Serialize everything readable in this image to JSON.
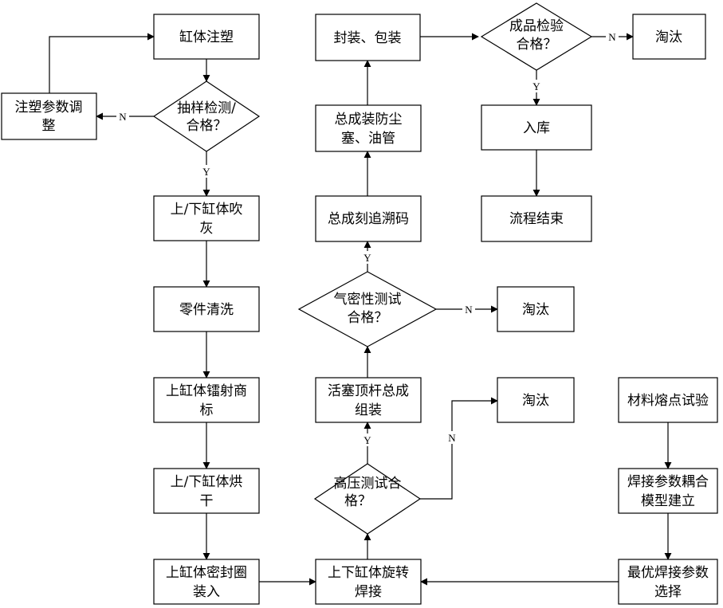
{
  "colors": {
    "stroke": "#000000",
    "fill": "#ffffff",
    "text": "#000000"
  },
  "nodes": {
    "molding": [
      "缸体注塑"
    ],
    "sampling": [
      "抽样检测/",
      "合格？"
    ],
    "adjust": [
      "注塑参数调",
      "整"
    ],
    "blow": [
      "上/下缸体吹",
      "灰"
    ],
    "clean": [
      "零件清洗"
    ],
    "laser": [
      "上缸体镭射商",
      "标"
    ],
    "dry": [
      "上/下缸体烘",
      "干"
    ],
    "seal": [
      "上缸体密封圈",
      "装入"
    ],
    "weld": [
      "上下缸体旋转",
      "焊接"
    ],
    "hp_test": [
      "高压测试合",
      "格？"
    ],
    "piston": [
      "活塞顶杆总成",
      "组装"
    ],
    "air_test": [
      "气密性测试",
      "合格？"
    ],
    "reject_air": [
      "淘汰"
    ],
    "reject_hp": [
      "淘汰"
    ],
    "trace": [
      "总成刻追溯码"
    ],
    "plug": [
      "总成装防尘",
      "塞、油管"
    ],
    "pack": [
      "封装、包装"
    ],
    "final_test": [
      "成品检验",
      "合格？"
    ],
    "reject_final": [
      "淘汰"
    ],
    "storage": [
      "入库"
    ],
    "end": [
      "流程结束"
    ],
    "melt": [
      "材料熔点试验"
    ],
    "model": [
      "焊接参数耦合",
      "模型建立"
    ],
    "optimal": [
      "最优焊接参数",
      "选择"
    ]
  },
  "labels": {
    "yes": "Y",
    "no": "N"
  }
}
